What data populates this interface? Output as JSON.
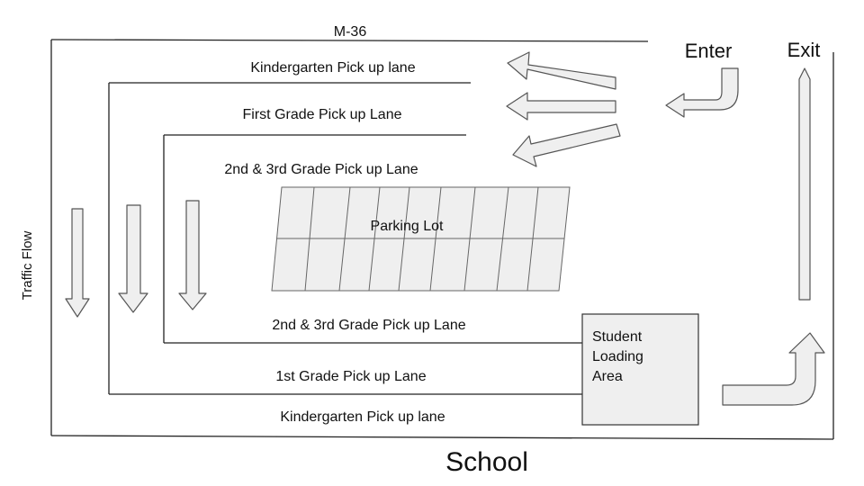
{
  "diagram": {
    "road_label": "M-36",
    "enter_label": "Enter",
    "exit_label": "Exit",
    "school_label": "School",
    "traffic_flow_label": "Traffic Flow",
    "parking_lot_label": "Parking Lot",
    "loading_area_lines": [
      "Student",
      "Loading",
      "Area"
    ],
    "lanes": {
      "top_kindergarten": "Kindergarten Pick up lane",
      "top_first": "First Grade Pick up Lane",
      "top_second_third": "2nd  & 3rd Grade Pick up Lane",
      "bottom_second_third": "2nd & 3rd Grade Pick up Lane",
      "bottom_first": "1st Grade Pick up Lane",
      "bottom_kindergarten": "Kindergarten Pick up lane"
    }
  }
}
